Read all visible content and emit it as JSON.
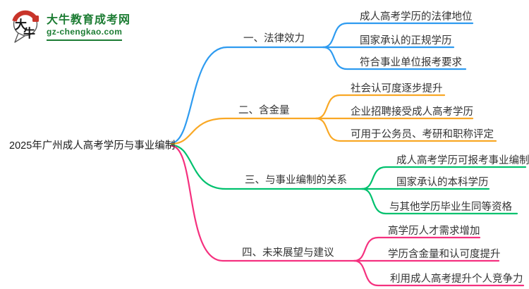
{
  "logo": {
    "site_name": "大牛教育成考网",
    "site_domain": "gz-chengkao.com",
    "brand_color": "#1c7c33",
    "seal_color": "#c8342a",
    "icon": "daniu-bull-speech-bubble-icon"
  },
  "root": {
    "label": "2025年广州成人高考学历与事业编制"
  },
  "branches": [
    {
      "label": "一、法律效力",
      "color": "#2e9bf0",
      "children": [
        "成人高考学历的法律地位",
        "国家承认的正规学历",
        "符合事业单位报考要求"
      ]
    },
    {
      "label": "二、含金量",
      "color": "#f9a825",
      "children": [
        "社会认可度逐步提升",
        "企业招聘接受成人高考学历",
        "可用于公务员、考研和职称评定"
      ]
    },
    {
      "label": "三、与事业编制的关系",
      "color": "#00c16e",
      "children": [
        "成人高考学历可报考事业编制",
        "国家承认的本科学历",
        "与其他学历毕业生同等资格"
      ]
    },
    {
      "label": "四、未来展望与建议",
      "color": "#f5317f",
      "children": [
        "高学历人才需求增加",
        "学历含金量和认可度提升",
        "利用成人高考提升个人竞争力"
      ]
    }
  ],
  "text_color": "#333333",
  "background_color": "#ffffff"
}
